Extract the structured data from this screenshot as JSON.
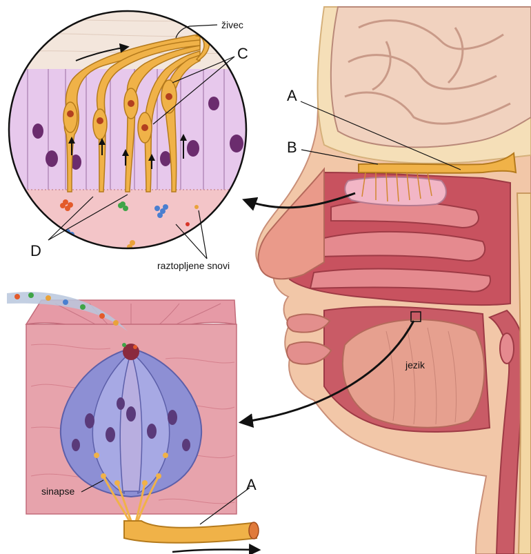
{
  "labels": {
    "zivec": "živec",
    "A_top": "A",
    "B": "B",
    "C": "C",
    "D": "D",
    "raztopljene": "raztopljene snovi",
    "jezik": "jezik",
    "sinapse": "sinapse",
    "A_bottom": "A"
  },
  "colors": {
    "skin": "#f2c7a8",
    "brain": "#f1d2bf",
    "mucosa": "#d9727a",
    "nerve": "#f0b248",
    "cell_purple": "#e7c8ec",
    "taste_blue": "#8d8fd4",
    "tissue_pink": "#e7a3ac",
    "arrow": "#111111"
  }
}
